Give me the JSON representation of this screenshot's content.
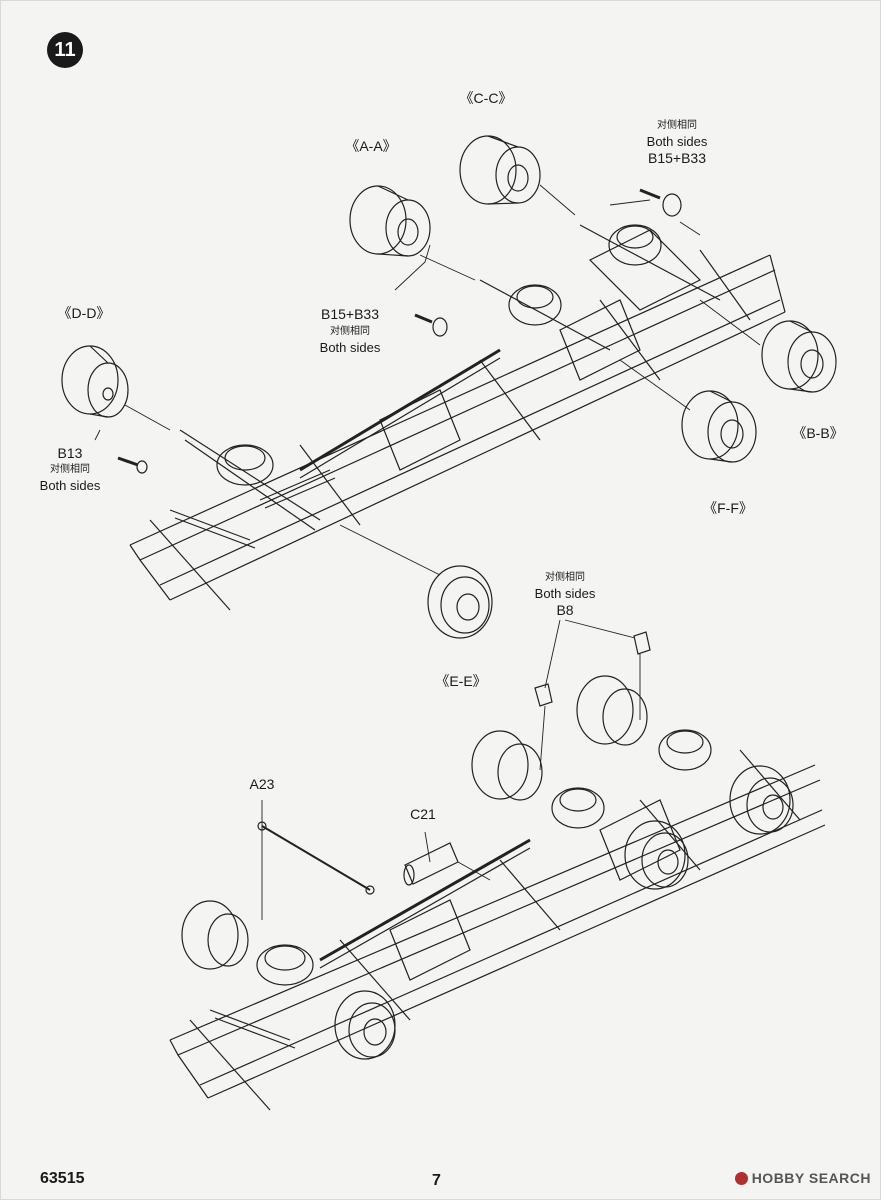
{
  "step": {
    "number": "11"
  },
  "labels": {
    "cc": "《C-C》",
    "aa": "《A-A》",
    "dd": "《D-D》",
    "bb": "《B-B》",
    "ff": "《F-F》",
    "ee": "《E-E》",
    "b15_top_cn": "对侧相同",
    "b15_top_en": "Both sides",
    "b15_top_part": "B15+B33",
    "b15_mid_part": "B15+B33",
    "b15_mid_cn": "对侧相同",
    "b15_mid_en": "Both sides",
    "b13_part": "B13",
    "b13_cn": "对侧相同",
    "b13_en": "Both sides",
    "b8_cn": "对侧相同",
    "b8_en": "Both sides",
    "b8_part": "B8",
    "a23_part": "A23",
    "c21_part": "C21"
  },
  "footer": {
    "kit_number": "63515",
    "page_number": "7",
    "watermark": "HOBBY SEARCH"
  },
  "colors": {
    "line": "#222222",
    "paper": "#f4f4f2"
  }
}
